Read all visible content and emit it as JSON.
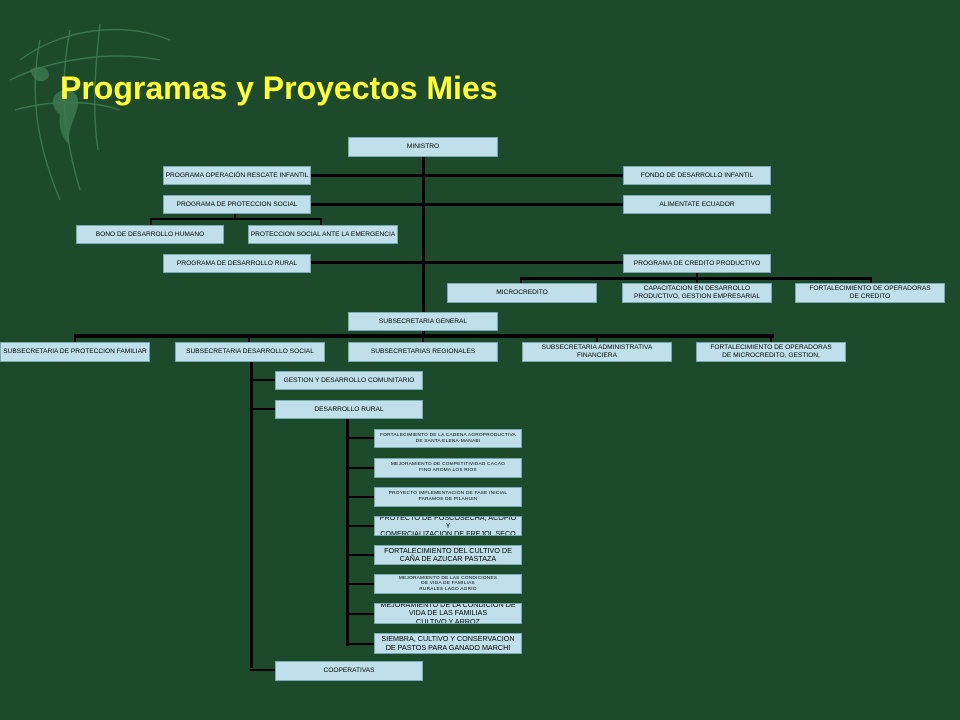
{
  "title": "Programas y Proyectos Mies",
  "colors": {
    "background": "#1d4a2a",
    "title": "#ffff33",
    "box": "#bfe0ea",
    "connector": "#000000"
  },
  "org": {
    "ministro": "MINISTRO",
    "programa_rescate": "PROGRAMA OPERACIÓN RESCATE INFANTIL",
    "fondo_infantil": "FONDO DE DESARROLLO INFANTIL",
    "programa_proteccion": "PROGRAMA DE PROTECCION SOCIAL",
    "alimentate": "ALIMENTATE ECUADOR",
    "bono": "BONO DE DESARROLLO HUMANO",
    "proteccion_emergencia": "PROTECCION SOCIAL ANTE LA EMERGENCIA",
    "programa_rural": "PROGRAMA DE DESARROLLO RURAL",
    "programa_credito": "PROGRAMA DE CREDITO PRODUCTIVO",
    "microcredito": "MICROCREDITO",
    "capacitacion": "CAPACITACION EN DESARROLLO\nPRODUCTIVO, GESTION EMPRESARIAL",
    "fortalecimiento_operadoras_1": "FORTALECIMIENTO DE OPERADORAS\nDE CREDITO",
    "subsecretaria_general": "SUBSECRETARIA GENERAL",
    "sub_proteccion_familiar": "SUBSECRETARIA DE PROTECCION FAMILIAR",
    "sub_desarrollo_social": "SUBSECRETARIA DESARROLLO SOCIAL",
    "sub_regionales": "SUBSECRETARIAS REGIONALES",
    "sub_administrativa": "SUBSECRETARIA ADMINISTRATIVA\nFINANCIERA",
    "fortalecimiento_operadoras_2": "FORTALECIMIENTO DE OPERADORAS\nDE MICROCREDITO, GESTION,",
    "gestion_comunitario": "GESTION Y DESARROLLO COMUNITARIO",
    "desarrollo_rural": "DESARROLLO RURAL",
    "proyectos": [
      "FORTALECIMIENTO DE LA CADENA AGROPRODUCTIVA\nDE SANTA ELENA-MANABI",
      "MEJORAMIENTO DE COMPETITIVIDAD CACAO\nFINO AROMA LOS RIOS",
      "PROYECTO IMPLEMENTACION DE FASE INICIAL\nPARAMOS DE PILAHUIN",
      "PROYECTO DE POSCOSECHA, ACOPIO Y\nCOMERCIALIZACION DE FREJOL SECO",
      "FORTALECIMIENTO DEL CULTIVO DE\nCAÑA DE AZUCAR PASTAZA",
      "MEJORAMIENTO DE LAS CONDICIONES\nDE VIDA DE FAMILIAS\nRURALES LAGO AGRIO",
      "MEJORAMIENTO DE LA CONDICION DE\nVIDA DE LAS FAMILIAS\nCULTIVO Y ARROZ",
      "SIEMBRA, CULTIVO Y CONSERVACION\nDE PASTOS PARA GANADO MARCHI"
    ],
    "cooperativas": "COOPERATIVAS"
  }
}
